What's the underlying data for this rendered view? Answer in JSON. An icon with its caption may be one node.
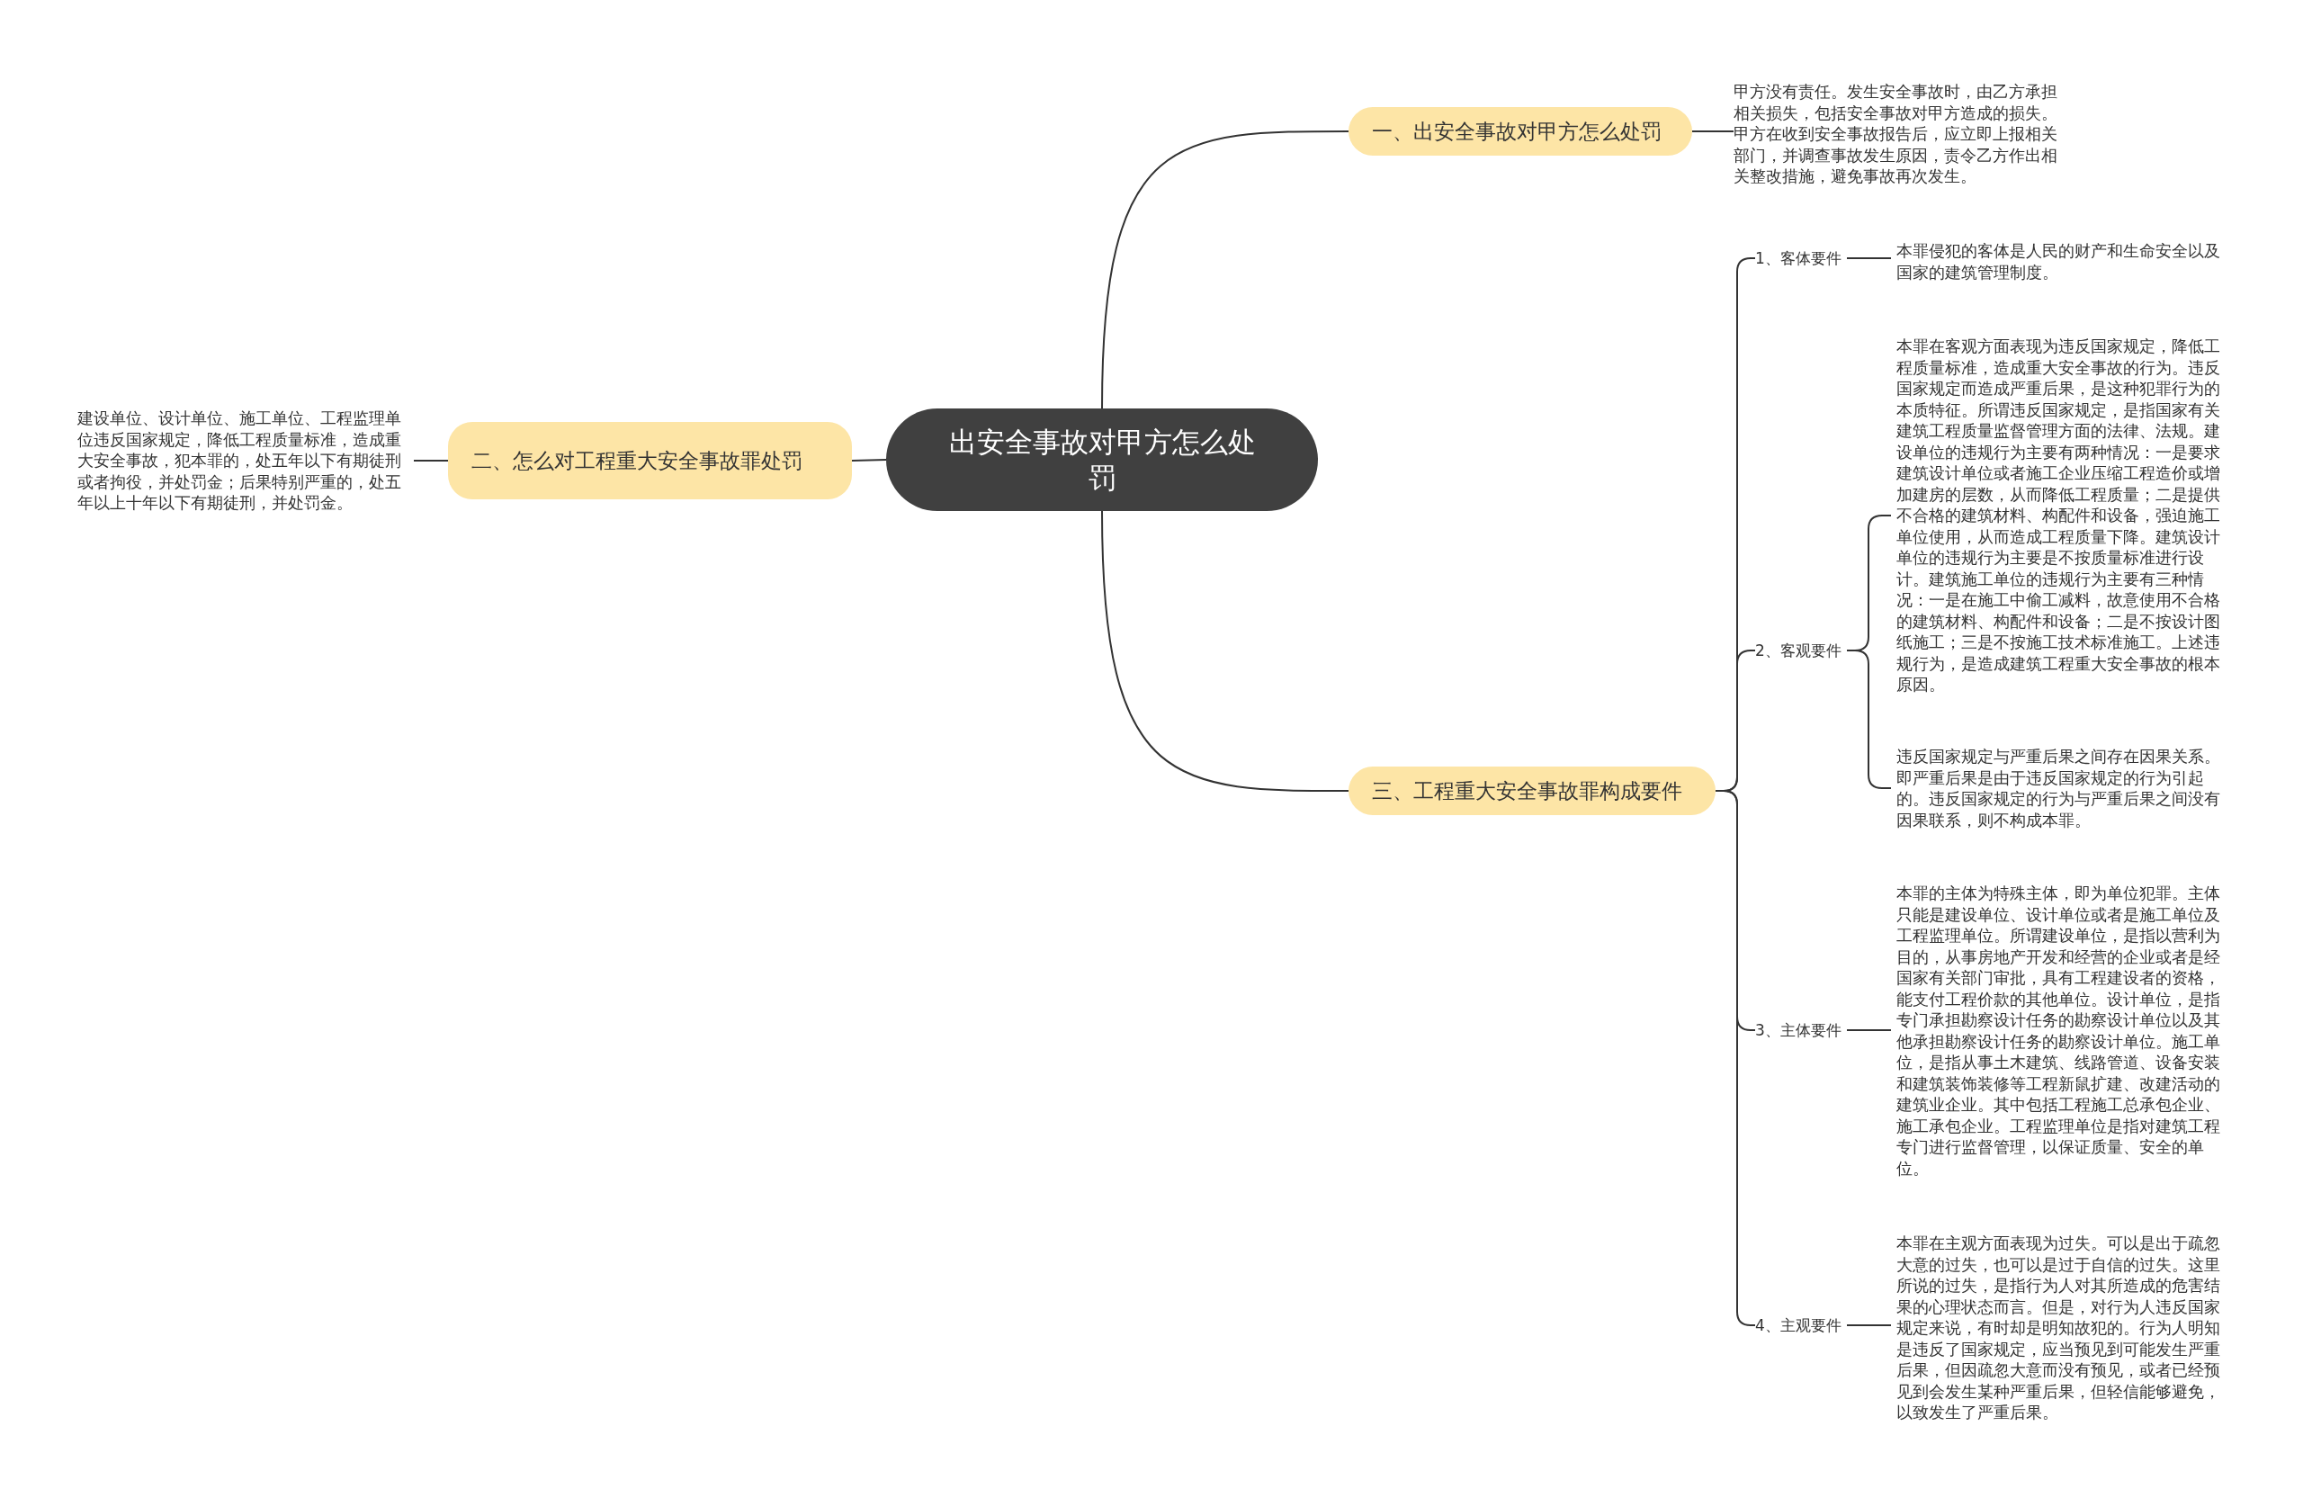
{
  "diagram": {
    "nodes": [
      {
        "text": [
          "出安全事故对甲方怎么处罚"
        ]
      },
      {
        "text": [
          "一、出安全事故对甲方怎么处罚"
        ]
      },
      {
        "text": [
          "甲方没有责任。发生安全事故时，由乙方承担相关损失，包括安全事故对甲方造成的损失。甲方在收到安全事故报告后，应立即上报相关部门，并调查事故发生原因，责令乙方作出相关整改措施，避免事故再次发生。"
        ]
      },
      {
        "text": [
          "二、怎么对工程重大安全事故罪处罚"
        ]
      },
      {
        "text": [
          "建设单位、设计单位、施工单位、工程监理单位违反国家规定，降低工程质量标准，造成重大安全事故，犯本罪的，处五年以下有期徒刑或者拘役，并处罚金；后果特别严重的，处五年以上十年以下有期徒刑，并处罚金。"
        ]
      },
      {
        "text": [
          "三、工程重大安全事故罪构成要件"
        ]
      },
      {
        "text": [
          "1、客体要件"
        ]
      },
      {
        "text": [
          "本罪侵犯的客体是人民的财产和生命安全以及国家的建筑管理制度。"
        ]
      },
      {
        "text": [
          "2、客观要件"
        ]
      },
      {
        "text": [
          "本罪在客观方面表现为违反国家规定，降低工程质量标准，造成重大安全事故的行为。违反国家规定而造成严重后果，是这种犯罪行为的本质特征。所谓违反国家规定，是指国家有关建筑工程质量监督管理方面的法律、法规。建设单位的违规行为主要有两种情况：一是要求建筑设计单位或者施工企业压缩工程造价或增加建房的层数，从而降低工程质量；二是提供不合格的建筑材料、构配件和设备，强迫施工单位使用，从而造成工程质量下降。建筑设计单位的违规行为主要是不按质量标准进行设计。建筑施工单位的违规行为主要有三种情况：一是在施工中偷工减料，故意使用不合格的建筑材料、构配件和设备；二是不按设计图纸施工；三是不按施工技术标准施工。上述违规行为，是造成建筑工程重大安全事故的根本原因。"
        ]
      },
      {
        "text": [
          "违反国家规定与严重后果之间存在因果关系。即严重后果是由于违反国家规定的行为引起的。违反国家规定的行为与严重后果之间没有因果联系，则不构成本罪。"
        ]
      },
      {
        "text": [
          "3、主体要件"
        ]
      },
      {
        "text": [
          "本罪的主体为特殊主体，即为单位犯罪。主体只能是建设单位、设计单位或者是施工单位及工程监理单位。所谓建设单位，是指以营利为目的，从事房地产开发和经营的企业或者是经国家有关部门审批，具有工程建设者的资格，能支付工程价款的其他单位。设计单位，是指专门承担勘察设计任务的勘察设计单位以及其他承担勘察设计任务的勘察设计单位。施工单位，是指从事土木建筑、线路管道、设备安装和建筑装饰装修等工程新鼠扩建、改建活动的建筑业企业。其中包括工程施工总承包企业、施工承包企业。工程监理单位是指对建筑工程专门进行监督管理，以保证质量、安全的单位。"
        ]
      },
      {
        "text": [
          "4、主观要件"
        ]
      },
      {
        "text": [
          "本罪在主观方面表现为过失。可以是出于疏忽大意的过失，也可以是过于自信的过失。这里所说的过失，是指行为人对其所造成的危害结果的心理状态而言。但是，对行为人违反国家规定来说，有时却是明知故犯的。行为人明知是违反了国家规定，应当预见到可能发生严重后果，但因疏忽大意而没有预见，或者已经预见到会发生某种严重后果，但轻信能够避免，以致发生了严重后果。"
        ]
      }
    ],
    "edges": [
      {
        "from": 0,
        "to": 1,
        "arrow": "none"
      },
      {
        "from": 1,
        "to": 2,
        "arrow": "none"
      },
      {
        "from": 0,
        "to": 3,
        "arrow": "none"
      },
      {
        "from": 3,
        "to": 4,
        "arrow": "none"
      },
      {
        "from": 0,
        "to": 5,
        "arrow": "none"
      },
      {
        "from": 5,
        "to": 6,
        "arrow": "none"
      },
      {
        "from": 6,
        "to": 7,
        "arrow": "none"
      },
      {
        "from": 5,
        "to": 8,
        "arrow": "none"
      },
      {
        "from": 8,
        "to": 9,
        "arrow": "none"
      },
      {
        "from": 8,
        "to": 10,
        "arrow": "none"
      },
      {
        "from": 5,
        "to": 11,
        "arrow": "none"
      },
      {
        "from": 11,
        "to": 12,
        "arrow": "none"
      },
      {
        "from": 5,
        "to": 13,
        "arrow": "none"
      },
      {
        "from": 13,
        "to": 14,
        "arrow": "none"
      }
    ]
  }
}
